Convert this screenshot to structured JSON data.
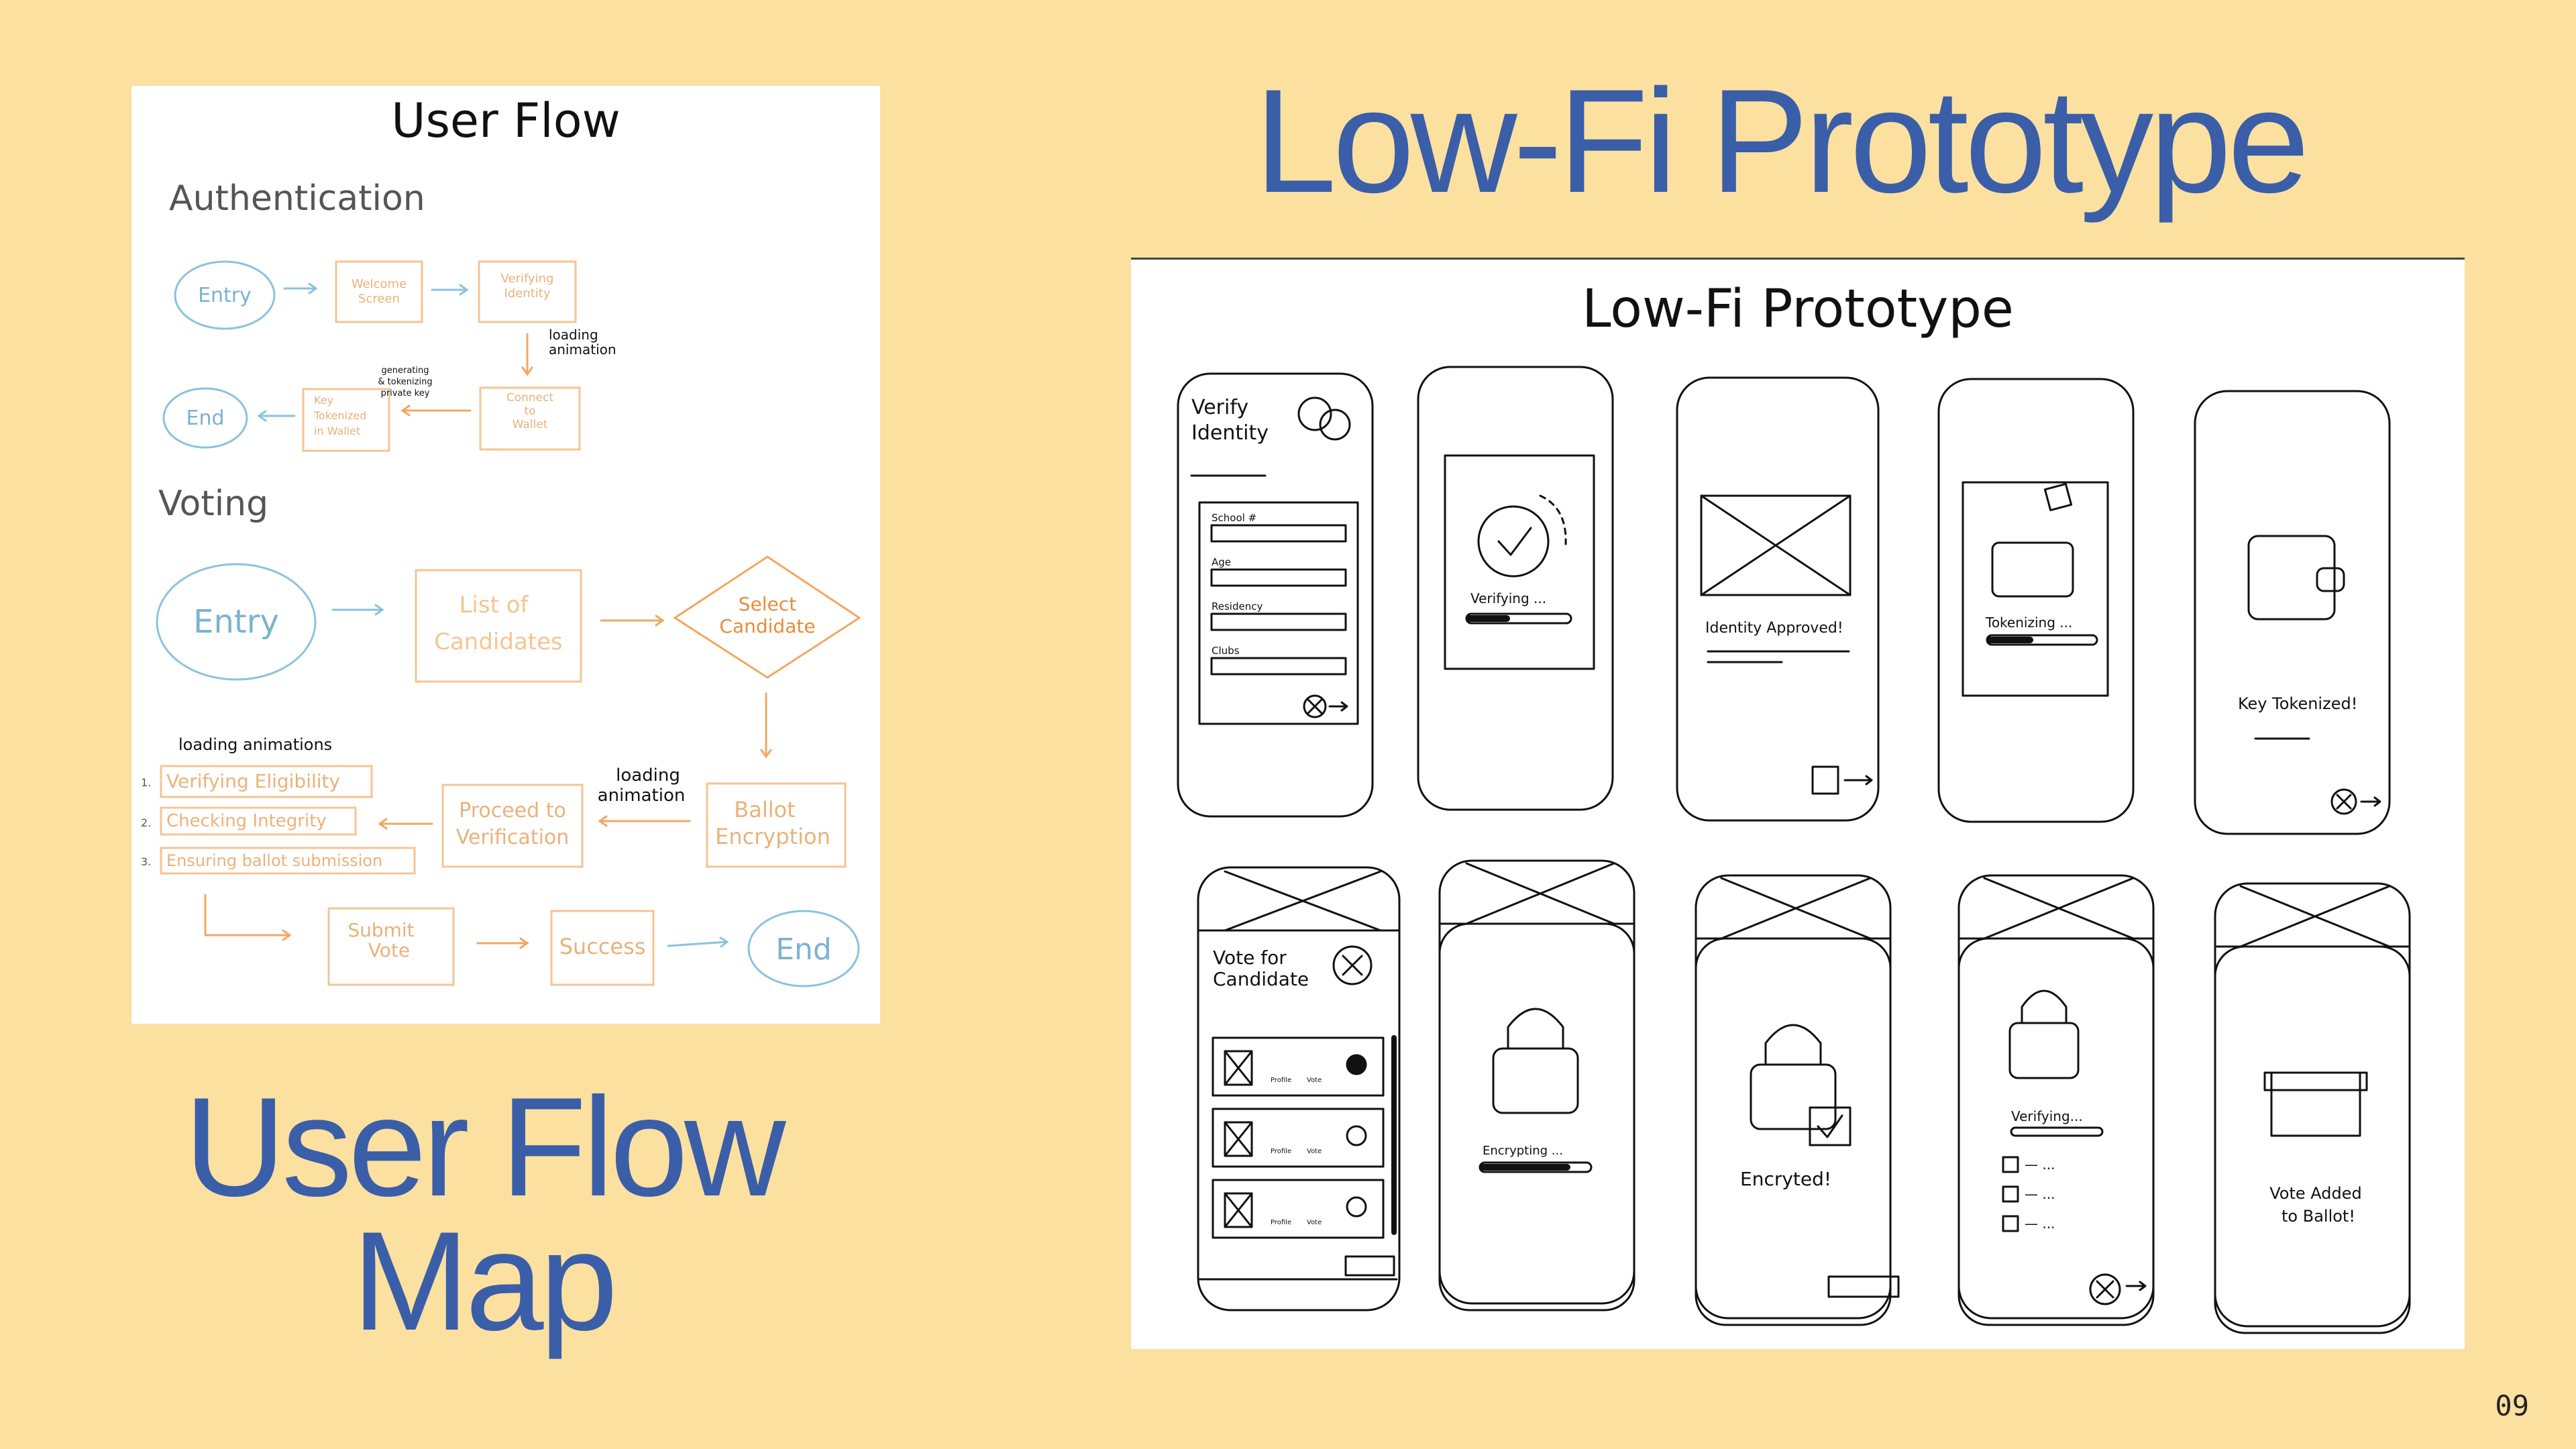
{
  "slide": {
    "prototype_heading": "Low-Fi Prototype",
    "flow_heading_line1": "User Flow",
    "flow_heading_line2": "Map",
    "page_number": "09"
  },
  "user_flow": {
    "title": "User Flow",
    "authentication": {
      "label": "Authentication",
      "entry": "Entry",
      "welcome": [
        "Welcome",
        "Screen"
      ],
      "verifying": [
        "Verifying",
        "Identity"
      ],
      "loading": [
        "loading",
        "animation"
      ],
      "connect": [
        "Connect",
        "to",
        "Wallet"
      ],
      "generating": [
        "generating",
        "& tokenizing",
        "private key"
      ],
      "key_tokenized": [
        "Key",
        "Tokenized",
        "in Wallet"
      ],
      "end": "End"
    },
    "voting": {
      "label": "Voting",
      "entry": "Entry",
      "list": [
        "List of",
        "Candidates"
      ],
      "select": [
        "Select",
        "Candidate"
      ],
      "loading_animations": "loading animations",
      "animations": [
        "Verifying Eligibility",
        "Checking Integrity",
        "Ensuring ballot submission"
      ],
      "proceed": [
        "Proceed to",
        "Verification"
      ],
      "loading": [
        "loading",
        "animation"
      ],
      "ballot": [
        "Ballot",
        "Encryption"
      ],
      "submit": [
        "Submit",
        "Vote"
      ],
      "success": "Success",
      "end": "End"
    }
  },
  "prototype": {
    "title": "Low-Fi Prototype",
    "verify_identity": [
      "Verify",
      "Identity"
    ],
    "fields": [
      "School #",
      "Age",
      "Residency",
      "Clubs"
    ],
    "verifying": "Verifying ...",
    "identity_approved": "Identity Approved!",
    "tokenizing": "Tokenizing ...",
    "key_tokenized": "Key Tokenized!",
    "vote_for": [
      "Vote for",
      "Candidate"
    ],
    "profile": "Profile",
    "vote": "Vote",
    "encrypting": "Encrypting ...",
    "encrypted": "Encryted!",
    "verifying2": "Verifying...",
    "check_items": [
      "— ...",
      "— ...",
      "— ..."
    ],
    "vote_added": [
      "Vote Added",
      "to Ballot!"
    ]
  }
}
